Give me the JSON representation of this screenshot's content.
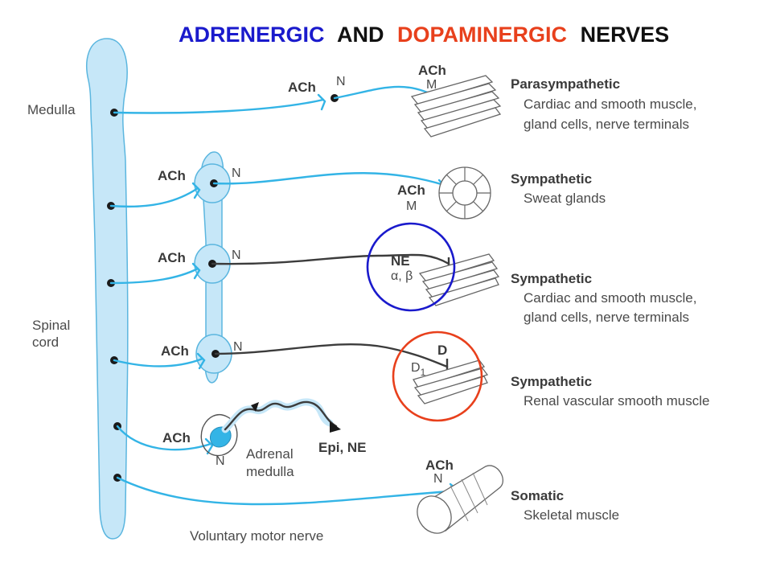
{
  "title": {
    "part1": "ADRENERGIC",
    "part2": "AND",
    "part3": "DOPAMINERGIC",
    "part4": "NERVES",
    "colors": {
      "blue": "#1a1acc",
      "black": "#111111",
      "red": "#e8401c"
    }
  },
  "cns_labels": {
    "medulla": "Medulla",
    "spinal_line1": "Spinal",
    "spinal_line2": "cord"
  },
  "pathways": [
    {
      "pre_transmitter": "ACh",
      "pre_receptor": "N",
      "post_transmitter": "ACh",
      "post_receptor": "M",
      "target_head": "Parasympathetic",
      "target_line1": "Cardiac and smooth muscle,",
      "target_line2": "gland cells, nerve terminals"
    },
    {
      "pre_transmitter": "ACh",
      "pre_receptor": "N",
      "post_transmitter": "ACh",
      "post_receptor": "M",
      "target_head": "Sympathetic",
      "target_line1": "Sweat glands",
      "target_line2": ""
    },
    {
      "pre_transmitter": "ACh",
      "pre_receptor": "N",
      "post_transmitter": "NE",
      "post_receptor": "α, β",
      "target_head": "Sympathetic",
      "target_line1": "Cardiac and smooth muscle,",
      "target_line2": "gland cells, nerve terminals"
    },
    {
      "pre_transmitter": "ACh",
      "pre_receptor": "N",
      "post_transmitter": "D",
      "post_receptor": "D",
      "post_receptor_sub": "1",
      "target_head": "Sympathetic",
      "target_line1": "Renal vascular smooth muscle",
      "target_line2": ""
    },
    {
      "pre_transmitter": "ACh",
      "pre_receptor": "N",
      "adrenal_line1": "Adrenal",
      "adrenal_line2": "medulla",
      "release": "Epi, NE"
    },
    {
      "post_transmitter": "ACh",
      "post_receptor": "N",
      "target_head": "Somatic",
      "target_line1": "Skeletal muscle",
      "nerve_label": "Voluntary motor nerve"
    }
  ],
  "highlight_colors": {
    "adrenergic_circle": "#1a1acc",
    "dopaminergic_circle": "#e8401c"
  },
  "colors": {
    "nerve_cholinergic": "#33b4e6",
    "nerve_adrenergic": "#3c3c3c",
    "cns_fill": "#c6e7f8"
  }
}
